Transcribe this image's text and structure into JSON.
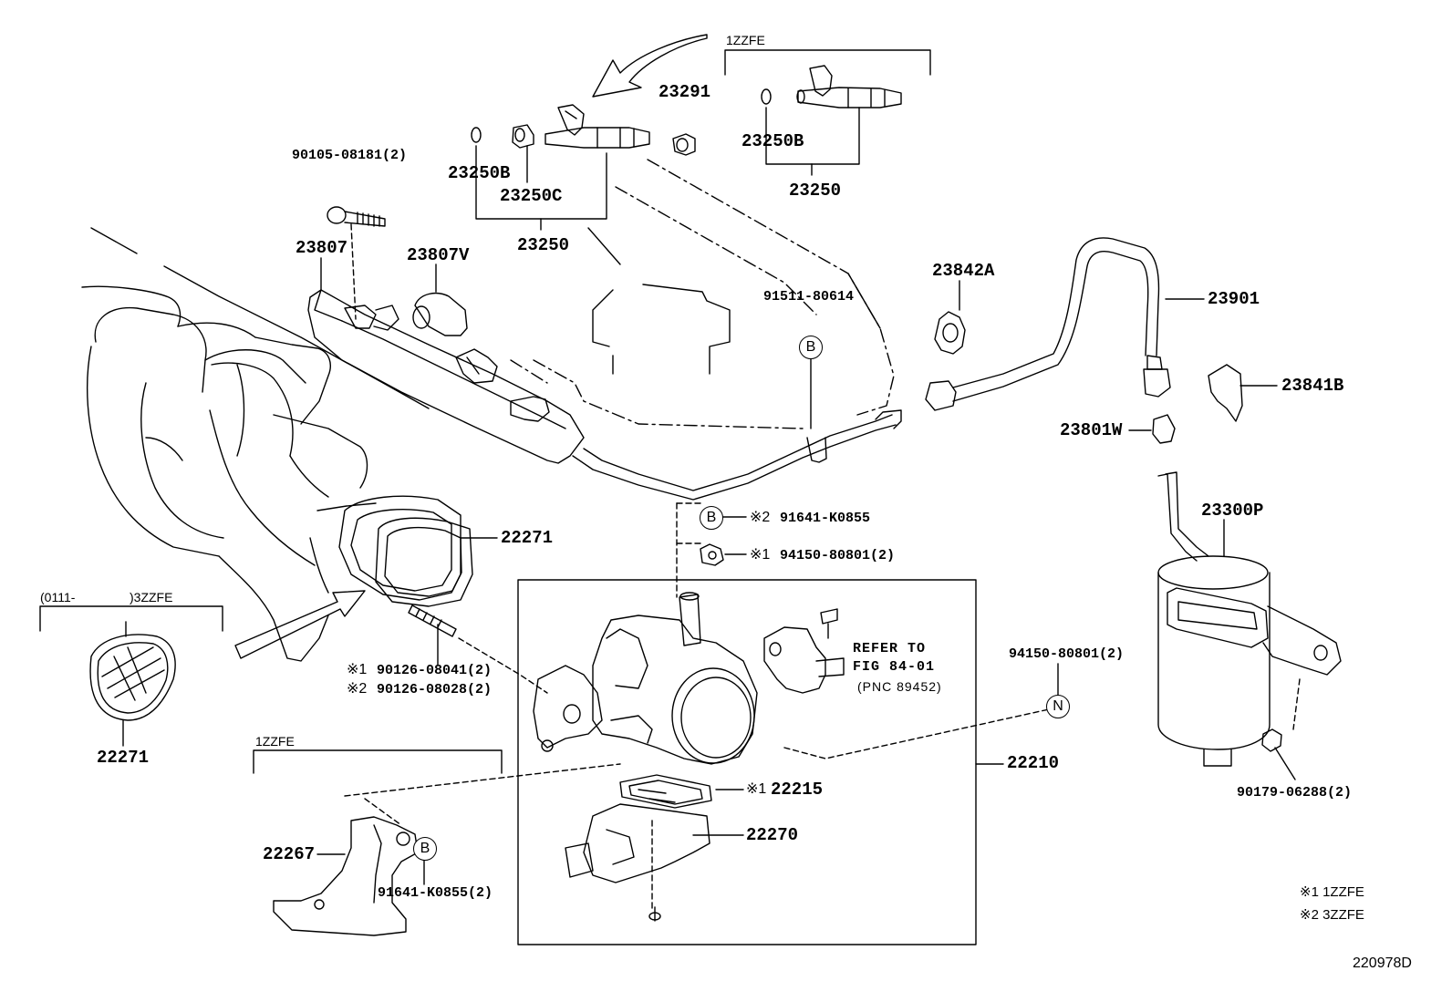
{
  "figure_code": "220978D",
  "engine_tags": {
    "top": "1ZZFE",
    "bottom": "1ZZFE",
    "left_range": "(0111-",
    "left_engine": ")3ZZFE"
  },
  "parts": {
    "p90105": "90105-08181(2)",
    "p23807": "23807",
    "p23807v": "23807V",
    "p23250b_left": "23250B",
    "p23250c": "23250C",
    "p23250_left": "23250",
    "p23291": "23291",
    "p23250b_right": "23250B",
    "p23250_right": "23250",
    "p91511": "91511-80614",
    "p23842a": "23842A",
    "p23901": "23901",
    "p23841b": "23841B",
    "p23801w": "23801W",
    "p23300p": "23300P",
    "p22271_main": "22271",
    "p22271_alt": "22271",
    "p91641_a": "91641-K0855",
    "p94150_a": "94150-80801(2)",
    "p90126_a": "90126-08041(2)",
    "p90126_b": "90126-08028(2)",
    "p94150_b": "94150-80801(2)",
    "p22210": "22210",
    "p22215": "22215",
    "p22270": "22270",
    "p22267": "22267",
    "p91641_b": "91641-K0855(2)",
    "p90179": "90179-06288(2)"
  },
  "marks": {
    "m1": "※1",
    "m2": "※2"
  },
  "reference": {
    "line1": "REFER TO",
    "line2": "FIG 84-01",
    "line3": "(PNC 89452)"
  },
  "callouts": {
    "b": "B",
    "n": "N"
  },
  "legend": {
    "l1": "※1 1ZZFE",
    "l2": "※2 3ZZFE"
  }
}
